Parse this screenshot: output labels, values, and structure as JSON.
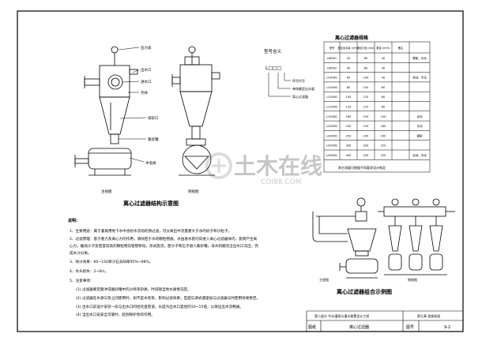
{
  "main_diagram": {
    "labels": [
      "压力表",
      "出水口",
      "进水口",
      "壳体",
      "排砂口",
      "集砂罐",
      "冲洗阀"
    ],
    "front_view_caption": "主视图",
    "side_view_caption": "侧视图",
    "title": "离心过滤器结构示意图"
  },
  "model_legend": {
    "heading": "型号含义",
    "code": "L□□□",
    "items": [
      "序号代号",
      "单体额定出水量",
      "离心过滤器"
    ]
  },
  "spec_table": {
    "title": "离心过滤器规格",
    "headers": [
      "型号",
      "额定出水量 (m³/h)",
      "进出口径 (mm)",
      "数量 (m³/h)",
      "备注"
    ],
    "rows": [
      [
        "L80W1",
        "20",
        "80",
        "40",
        "",
        "需配、手动"
      ],
      [
        "L80W2",
        "40",
        "80",
        "40",
        "",
        ""
      ],
      [
        "L100W1",
        "60",
        "100",
        "40",
        "",
        "自动、手动"
      ],
      [
        "L100W2",
        "80",
        "100",
        "60",
        "",
        ""
      ],
      [
        "L125W1",
        "100",
        "125",
        "60",
        "",
        ""
      ],
      [
        "L125W2",
        "120",
        "125",
        "80",
        "",
        ""
      ],
      [
        "L150W1",
        "160",
        "150",
        "100",
        "",
        "自动"
      ],
      [
        "L150W2",
        "200",
        "150",
        "160",
        "",
        "手动"
      ],
      [
        "L200W1",
        "250",
        "200",
        "200",
        "",
        "需配"
      ],
      [
        "L200W2",
        "300",
        "200",
        "220",
        "",
        ""
      ],
      [
        "L250W1",
        "400",
        "250",
        "320",
        "",
        "自动、手动"
      ]
    ],
    "note": "其它流量可根据不同要求设计制定"
  },
  "combo_diagram": {
    "title": "离心过滤器组合示例图",
    "front_caption": "主视图",
    "side_caption": "侧视图"
  },
  "notes": {
    "heading": "说明:",
    "items": [
      "1、主要用途：属于灌溉用地下水中含砂水流动的预过滤，可分离出中流量重大于水的砂子和沙粒子。",
      "2、过滤原理：基于重力及离心力的作用，清除密于水的颗粒物质。水由进水管切向进入离心过滤器体内，旋转产生离",
      "心力，推动沙子及密度较高的颗粒物向管壁移动，形式旋流，使沙子和石子进入集砂罐，净水则顺流沿出水口流出，完",
      "成水沙分离。",
      "3、除沙效果：60~150目沙石去除率95%~98%。",
      "4、水头损失：2~6m。",
      "5、注意事项：",
      "(1) 过滤器要定期冲洗集砂罐中的沙砾等杂质，时间随当地水质情况定。",
      "(2) 过滤器在水源与泵之间使用时，如不是水泵泵、影响过滤效果；匹配与调式底座加与过滤器与时使用效果更佳。",
      "(3) 出水口前设计安装一段与出水口同径的直管道，长度为出水口直径的10~15倍，以保证出水流畅通。",
      "(4) 当出水口处安全可靠时，起到保护泵的作用。"
    ]
  },
  "title_block": {
    "line1": "第二部分  节水灌溉与灌水装置设计工程",
    "line2": "第九章  首部枢纽",
    "drawing_label": "图纸",
    "drawing_name": "离心过滤器",
    "number_label": "图号",
    "number": "9-2"
  },
  "watermark": {
    "text": "土木在线",
    "subtext": "COI88.COM"
  }
}
